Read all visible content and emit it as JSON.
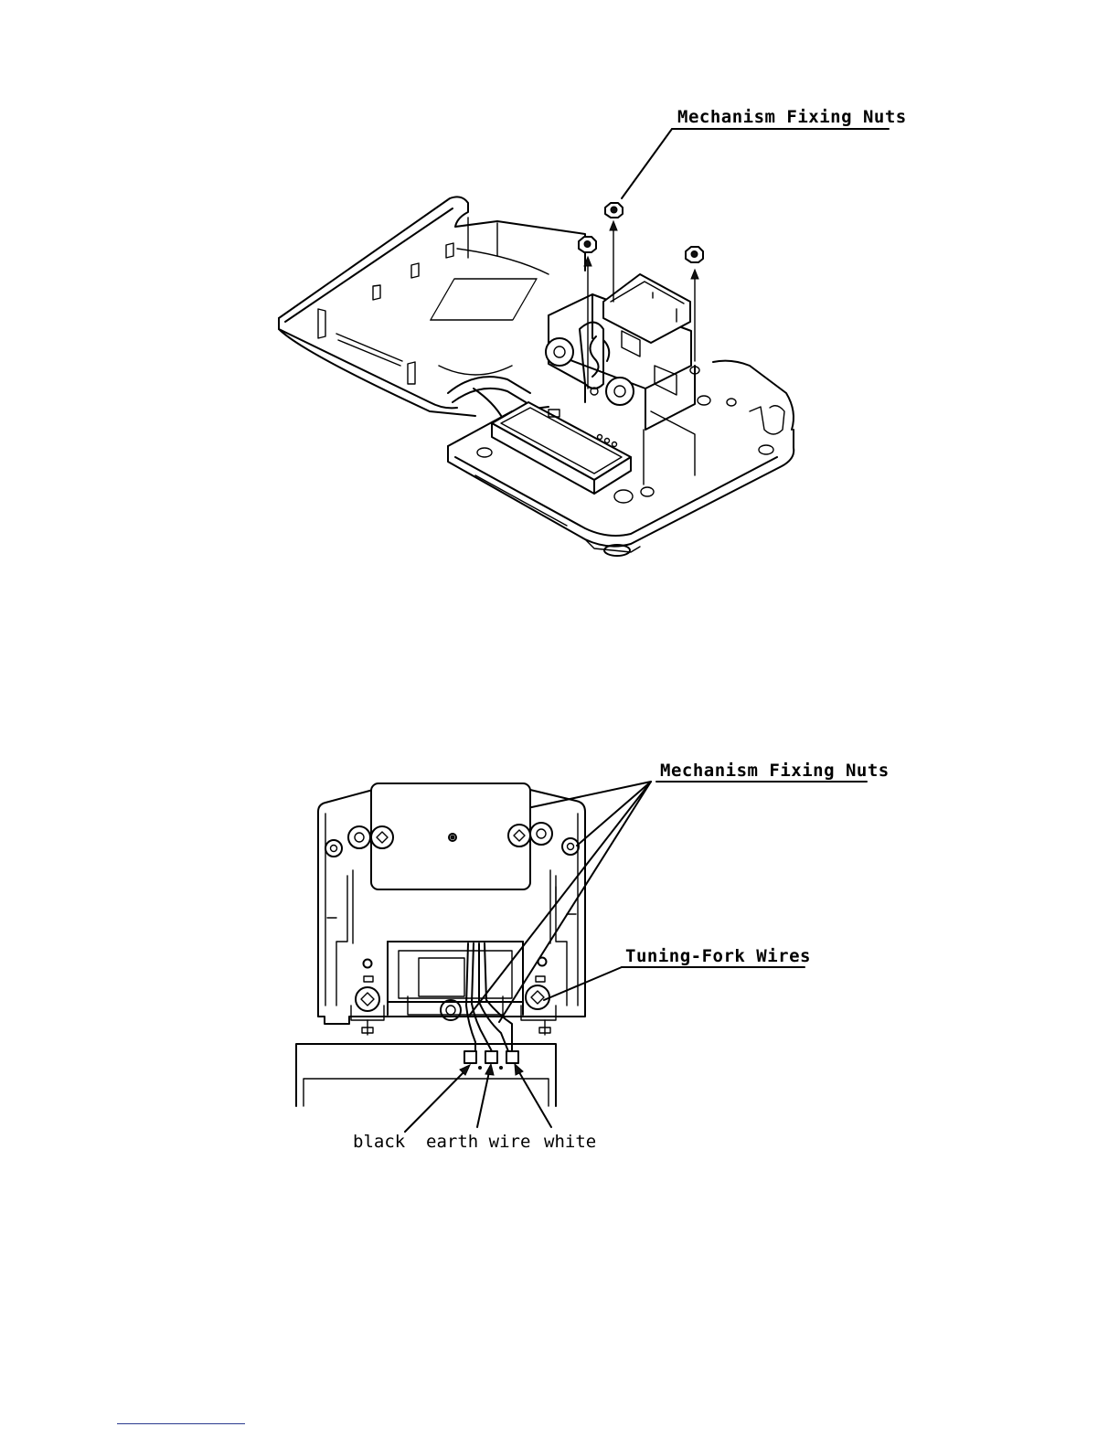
{
  "figure_top": {
    "callout": "Mechanism Fixing Nuts"
  },
  "figure_bottom": {
    "callout_nuts": "Mechanism Fixing Nuts",
    "callout_wires": "Tuning-Fork Wires",
    "wire_labels": {
      "black": "black",
      "earth": "earth wire",
      "white": "white"
    }
  },
  "colors": {
    "line": "#000000",
    "footer_rule": "#2b3a8f"
  }
}
